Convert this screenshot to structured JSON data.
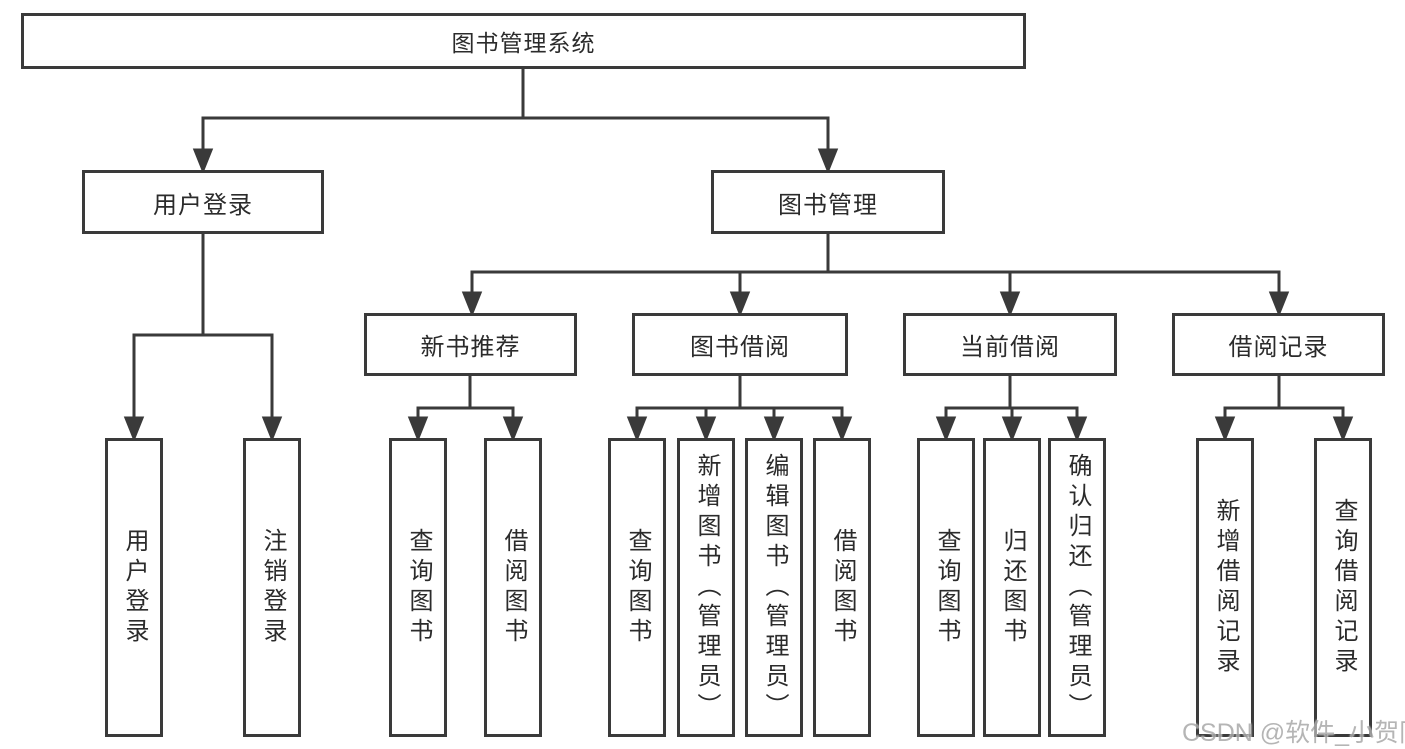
{
  "diagram": {
    "root": {
      "label": "图书管理系统"
    },
    "branches": [
      {
        "label": "用户登录",
        "leaves": [
          {
            "label": "用户登录"
          },
          {
            "label": "注销登录"
          }
        ]
      },
      {
        "label": "图书管理",
        "categories": [
          {
            "label": "新书推荐",
            "leaves": [
              {
                "label": "查询图书"
              },
              {
                "label": "借阅图书"
              }
            ]
          },
          {
            "label": "图书借阅",
            "leaves": [
              {
                "label": "查询图书"
              },
              {
                "label": "新增图书（管理员）"
              },
              {
                "label": "编辑图书（管理员）"
              },
              {
                "label": "借阅图书"
              }
            ]
          },
          {
            "label": "当前借阅",
            "leaves": [
              {
                "label": "查询图书"
              },
              {
                "label": "归还图书"
              },
              {
                "label": "确认归还（管理员）"
              }
            ]
          },
          {
            "label": "借阅记录",
            "leaves": [
              {
                "label": "新增借阅记录"
              },
              {
                "label": "查询借阅记录"
              }
            ]
          }
        ]
      }
    ]
  },
  "watermark": {
    "text": "CSDN @软件_小贺同学"
  },
  "colors": {
    "line": "#3a3a3a",
    "text": "#2b2b2b",
    "watermark": "#a9a9a9",
    "background": "#ffffff"
  }
}
